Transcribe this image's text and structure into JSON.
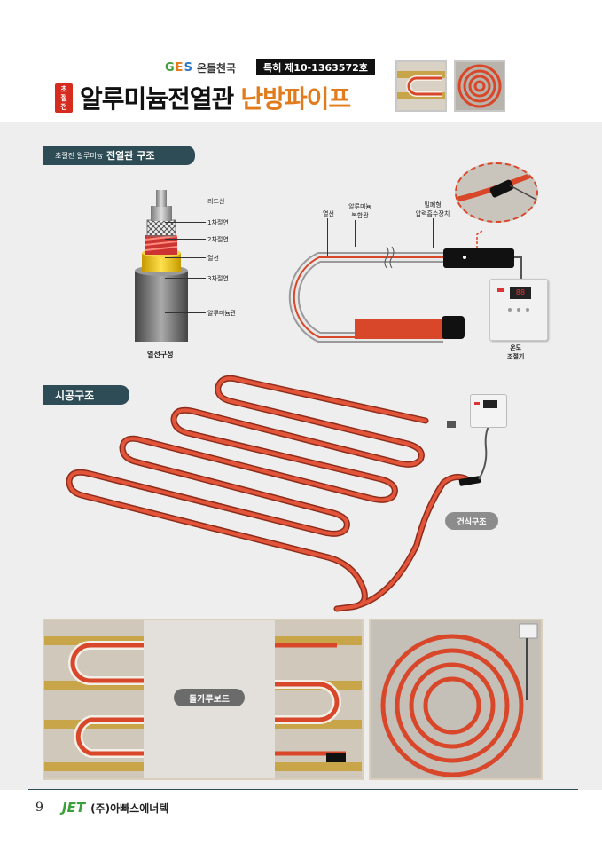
{
  "header": {
    "brand": {
      "logo_text": "GES",
      "name": "온돌천국"
    },
    "patent": "특허 제10-1363572호",
    "badge": [
      "초",
      "절",
      "전"
    ],
    "title_part1": "알루미늄전열관",
    "title_part2": "난방파이프"
  },
  "section1": {
    "heading_small": "초절전 알루미늄",
    "heading_large": "전열관 구조",
    "cable_labels": [
      "리드선",
      "1차절연",
      "2차절연",
      "열선",
      "3차절연",
      "알루미늄관"
    ],
    "cable_caption": "열선구성",
    "pipe_labels": {
      "heater": "열선",
      "composite_line1": "알루미늄",
      "composite_line2": "복합관",
      "sealed_line1": "밀폐형",
      "sealed_line2": "압력흡수장치",
      "controller_line1": "온도",
      "controller_line2": "조절기"
    }
  },
  "section2": {
    "heading": "시공구조",
    "dry_label": "건식구조"
  },
  "photos": {
    "board_label": "돌가루보드"
  },
  "footer": {
    "page_number": "9",
    "logo": "JET",
    "company": "(주)아빠스에너텍"
  },
  "colors": {
    "accent_orange": "#e27b1b",
    "badge_red": "#d62b1f",
    "pill_teal": "#2d4c55",
    "pipe_red": "#d9472a"
  }
}
